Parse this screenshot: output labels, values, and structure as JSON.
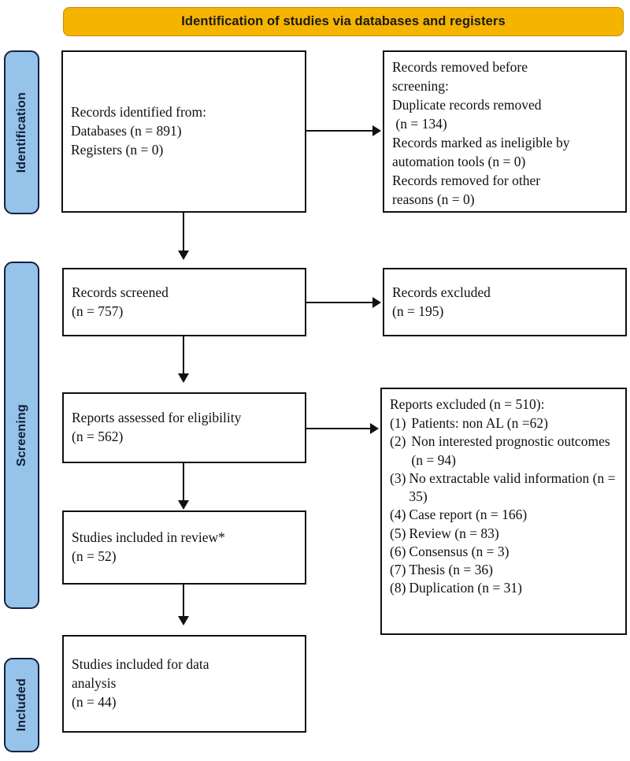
{
  "banner": {
    "title": "Identification of studies via databases and registers",
    "bg_color": "#F5B400"
  },
  "stages": [
    {
      "key": "identification",
      "label": "Identification"
    },
    {
      "key": "screening",
      "label": "Screening"
    },
    {
      "key": "included",
      "label": "Included"
    }
  ],
  "stage_bar_color": "#95C3EA",
  "boxes": {
    "identified": {
      "text": "Records identified from:\nDatabases (n = 891)\nRegisters (n = 0)"
    },
    "removed": {
      "text": "Records removed before\nscreening:\nDuplicate records removed\n (n = 134)\nRecords marked as ineligible by\nautomation tools (n = 0)\nRecords removed for other\nreasons (n = 0)"
    },
    "screened": {
      "text": "Records screened\n(n = 757)"
    },
    "excluded_records": {
      "text": "Records excluded\n(n = 195)"
    },
    "eligibility": {
      "text": "Reports assessed for eligibility\n(n = 562)"
    },
    "included_review": {
      "text": "Studies included in review*\n(n = 52)"
    },
    "included_data": {
      "text": "Studies included for data\nanalysis\n(n = 44)"
    }
  },
  "excluded_reports": {
    "heading": "Reports excluded (n = 510):",
    "items": [
      {
        "num": "(1)",
        "text": "Patients: non AL (n =62)"
      },
      {
        "num": "(2)",
        "text": "Non interested prognostic\noutcomes (n = 94)"
      },
      {
        "num": "(3)",
        "text": "No extractable valid\ninformation (n = 35)"
      },
      {
        "num": "(4)",
        "text": "Case report (n = 166)"
      },
      {
        "num": "(5)",
        "text": "Review (n = 83)"
      },
      {
        "num": "(6)",
        "text": "Consensus (n = 3)"
      },
      {
        "num": "(7)",
        "text": "Thesis (n = 36)"
      },
      {
        "num": "(8)",
        "text": "Duplication (n = 31)"
      }
    ]
  },
  "chart_data": {
    "type": "diagram",
    "title": "PRISMA 2020 flow diagram",
    "nodes": [
      {
        "id": "identified",
        "stage": "Identification",
        "label": "Records identified from: Databases (n = 891); Registers (n = 0)",
        "n_databases": 891,
        "n_registers": 0
      },
      {
        "id": "removed",
        "stage": "Identification",
        "label": "Records removed before screening",
        "duplicates_removed": 134,
        "ineligible_automation": 0,
        "removed_other": 0
      },
      {
        "id": "screened",
        "stage": "Screening",
        "label": "Records screened",
        "n": 757
      },
      {
        "id": "excluded_records",
        "stage": "Screening",
        "label": "Records excluded",
        "n": 195
      },
      {
        "id": "eligibility",
        "stage": "Screening",
        "label": "Reports assessed for eligibility",
        "n": 562
      },
      {
        "id": "excluded_reports",
        "stage": "Screening",
        "label": "Reports excluded",
        "n": 510
      },
      {
        "id": "included_review",
        "stage": "Included",
        "label": "Studies included in review*",
        "n": 52
      },
      {
        "id": "included_data",
        "stage": "Included",
        "label": "Studies included for data analysis",
        "n": 44
      }
    ],
    "edges": [
      {
        "from": "identified",
        "to": "removed",
        "direction": "right"
      },
      {
        "from": "identified",
        "to": "screened",
        "direction": "down"
      },
      {
        "from": "screened",
        "to": "excluded_records",
        "direction": "right"
      },
      {
        "from": "screened",
        "to": "eligibility",
        "direction": "down"
      },
      {
        "from": "eligibility",
        "to": "excluded_reports",
        "direction": "right"
      },
      {
        "from": "eligibility",
        "to": "included_review",
        "direction": "down"
      },
      {
        "from": "included_review",
        "to": "included_data",
        "direction": "down"
      }
    ],
    "exclusion_reasons": {
      "total": 510,
      "categories": [
        "Patients: non AL",
        "Non interested prognostic outcomes",
        "No extractable valid information",
        "Case report",
        "Review",
        "Consensus",
        "Thesis",
        "Duplication"
      ],
      "values": [
        62,
        94,
        35,
        166,
        83,
        3,
        36,
        31
      ]
    }
  }
}
